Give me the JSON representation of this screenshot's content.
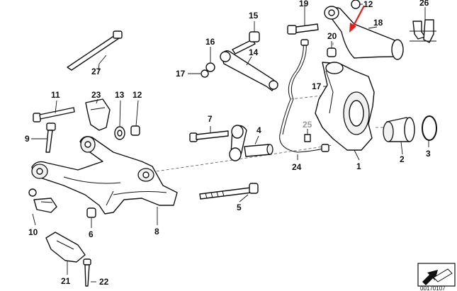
{
  "callouts": {
    "c1": "1",
    "c2": "2",
    "c3": "3",
    "c4": "4",
    "c5": "5",
    "c6": "6",
    "c7": "7",
    "c8": "8",
    "c9": "9",
    "c10": "10",
    "c11": "11",
    "c12a": "12",
    "c12b": "12",
    "c13": "13",
    "c14": "14",
    "c15": "15",
    "c16": "16",
    "c17a": "17",
    "c17b": "17",
    "c18": "18",
    "c19": "19",
    "c20": "20",
    "c21": "21",
    "c22": "22",
    "c23": "23",
    "c24": "24",
    "c25": "25",
    "c26": "26",
    "c27": "27"
  },
  "document_number": "00170107",
  "colors": {
    "line": "#111111",
    "pointer_arrow": "#e0201a",
    "faded_label": "#999999"
  },
  "icons": {
    "pointer": "red-arrow-icon",
    "corner": "direction-arrow-icon"
  }
}
